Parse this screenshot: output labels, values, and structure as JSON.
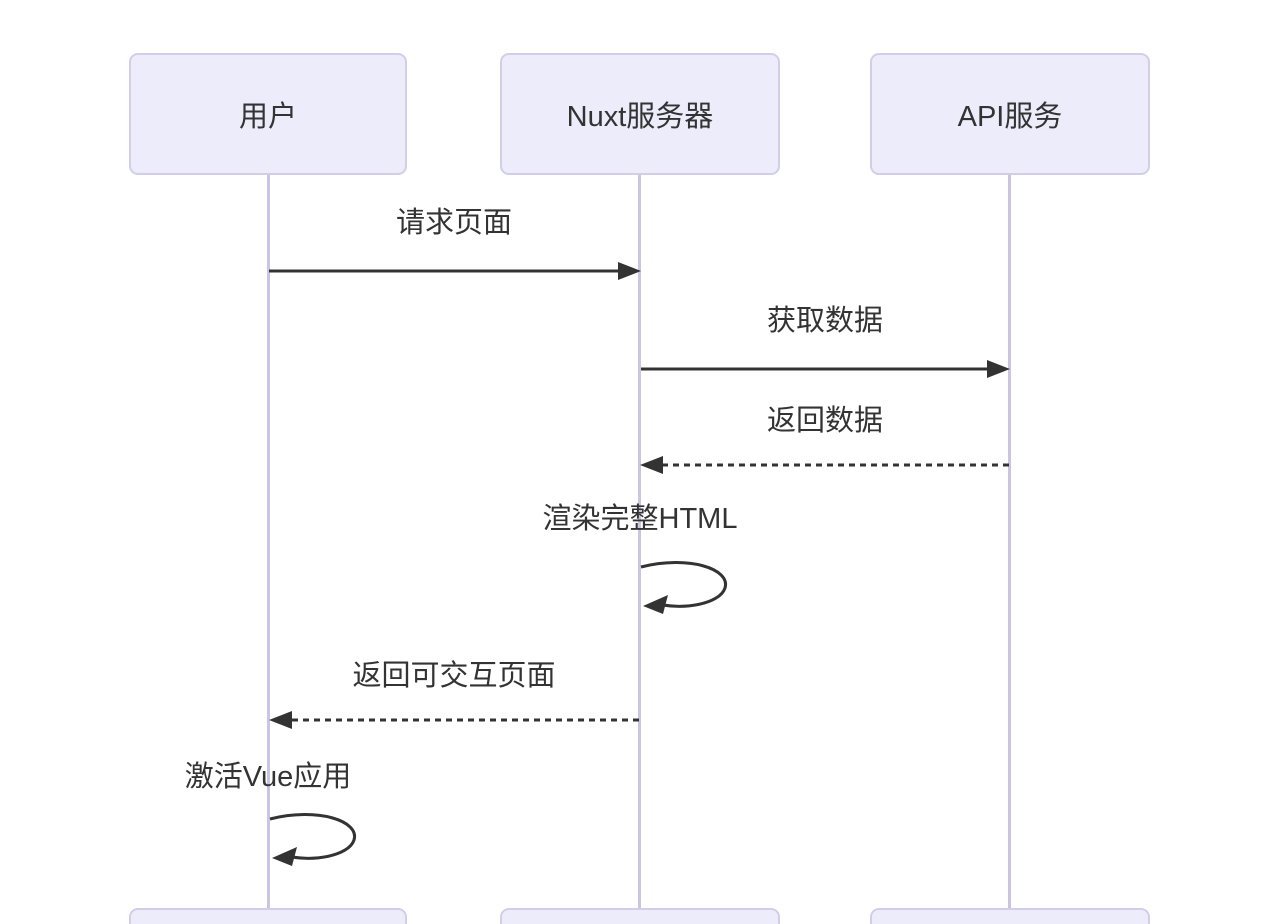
{
  "diagram": {
    "type": "sequence",
    "actors": [
      {
        "label": "用户"
      },
      {
        "label": "Nuxt服务器"
      },
      {
        "label": "API服务"
      }
    ],
    "messages": [
      {
        "from": "用户",
        "to": "Nuxt服务器",
        "label": "请求页面",
        "line": "solid",
        "direction": "right"
      },
      {
        "from": "Nuxt服务器",
        "to": "API服务",
        "label": "获取数据",
        "line": "solid",
        "direction": "right"
      },
      {
        "from": "API服务",
        "to": "Nuxt服务器",
        "label": "返回数据",
        "line": "dashed",
        "direction": "left"
      },
      {
        "from": "Nuxt服务器",
        "to": "Nuxt服务器",
        "label": "渲染完整HTML",
        "line": "solid",
        "direction": "self"
      },
      {
        "from": "Nuxt服务器",
        "to": "用户",
        "label": "返回可交互页面",
        "line": "dashed",
        "direction": "left"
      },
      {
        "from": "用户",
        "to": "用户",
        "label": "激活Vue应用",
        "line": "solid",
        "direction": "self"
      }
    ],
    "colors": {
      "background": "#ffffff",
      "actor_fill": "#ececfb",
      "actor_border": "#d2cee8",
      "lifeline": "#ccc5e2",
      "arrow": "#333333",
      "text": "#333333"
    }
  }
}
